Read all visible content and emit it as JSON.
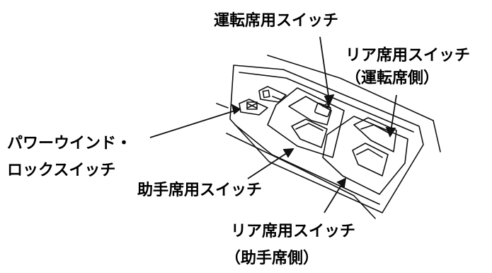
{
  "labels": {
    "driver_switch": "運転席用スイッチ",
    "rear_driver_side_line1": "リア席用スイッチ",
    "rear_driver_side_line2": "（運転席側）",
    "power_window_lock_line1": "パワーウインド・",
    "power_window_lock_line2": "ロックスイッチ",
    "passenger_switch": "助手席用スイッチ",
    "rear_passenger_side_line1": "リア席用スイッチ",
    "rear_passenger_side_line2": "（助手席側）"
  },
  "colors": {
    "ink": "#000000",
    "background": "#ffffff"
  }
}
